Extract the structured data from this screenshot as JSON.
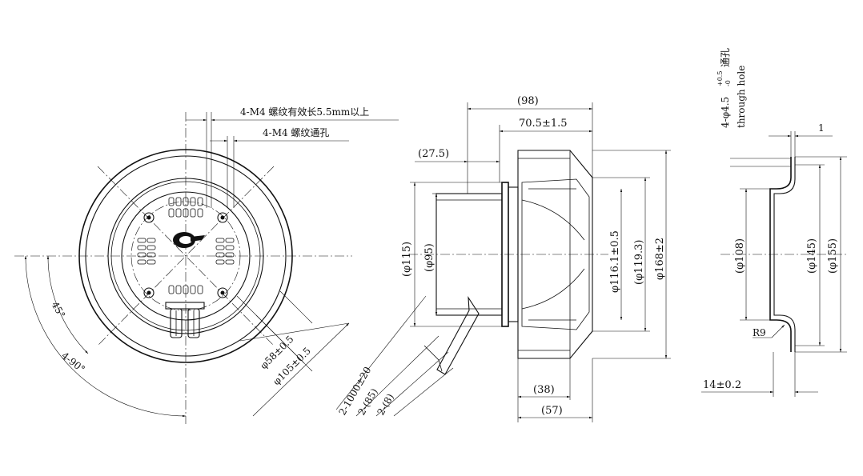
{
  "front_view": {
    "callout_thread_depth": "4-M4 螺纹有效长5.5mm以上",
    "callout_thread_through": "4-M4 螺纹通孔",
    "angle_45": "45°",
    "angle_4x90": "4-90°",
    "dia_58": "φ58±0.5",
    "dia_105": "φ105±0.5",
    "cable_length": "2-1000±20",
    "cable_85": "2-(85)",
    "cable_8": "2-(8)"
  },
  "side_view": {
    "depth_98": "(98)",
    "depth_70": "70.5±1.5",
    "offset_27": "(27.5)",
    "dia_115": "(φ115)",
    "dia_95": "(φ95)",
    "dia_116": "φ116.1±0.5",
    "dia_119": "(φ119.3)",
    "dia_168": "φ168±2",
    "dim_38": "(38)",
    "dim_57": "(57)"
  },
  "ring_view": {
    "hole_label": "4-φ4.5",
    "hole_tol_upper": "+0.5",
    "hole_tol_lower": "-0",
    "hole_cn": "通孔",
    "hole_en": "through hole",
    "thickness": "1",
    "dia_108": "(φ108)",
    "dia_145": "(φ145)",
    "dia_155": "(φ155)",
    "radius": "R9",
    "height": "14±0.2"
  }
}
